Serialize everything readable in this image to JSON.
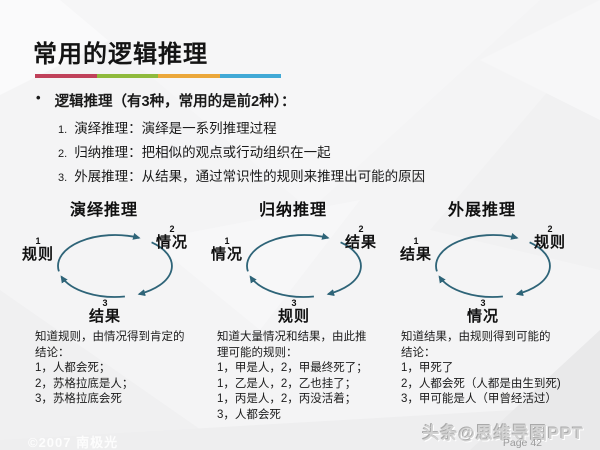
{
  "slide": {
    "title": "常用的逻辑推理",
    "accent_colors": [
      "#c0415a",
      "#8fba3c",
      "#eba73a",
      "#41a9d6"
    ],
    "intro": {
      "bullet": "•",
      "heading": "逻辑推理（有3种，常用的是前2种）：",
      "items": [
        {
          "num": "1.",
          "text": "演绎推理：演绎是一系列推理过程"
        },
        {
          "num": "2.",
          "text": "归纳推理：把相似的观点或行动组织在一起"
        },
        {
          "num": "3.",
          "text": "外展推理：从结果，通过常识性的规则来推理出可能的原因"
        }
      ]
    },
    "cycle_color": "#2e6478",
    "diagrams": [
      {
        "title": "演绎推理",
        "nodes": {
          "left": {
            "num": "1",
            "label": "规则"
          },
          "right": {
            "num": "2",
            "label": "情况"
          },
          "bottom": {
            "num": "3",
            "label": "结果"
          }
        },
        "description": [
          "知道规则，由情况得到肯定的",
          "结论：",
          "1，人都会死；",
          "2，苏格拉底是人；",
          "3，苏格拉底会死"
        ]
      },
      {
        "title": "归纳推理",
        "nodes": {
          "left": {
            "num": "1",
            "label": "情况"
          },
          "right": {
            "num": "2",
            "label": "结果"
          },
          "bottom": {
            "num": "3",
            "label": "规则"
          }
        },
        "description": [
          "知道大量情况和结果，由此推",
          "理可能的规则：",
          "1，甲是人，2，甲最终死了；",
          "1，乙是人，2，乙也挂了；",
          "1，丙是人，2，丙没活着；",
          "3，人都会死"
        ]
      },
      {
        "title": "外展推理",
        "nodes": {
          "left": {
            "num": "1",
            "label": "结果"
          },
          "right": {
            "num": "2",
            "label": "规则"
          },
          "bottom": {
            "num": "3",
            "label": "情况"
          }
        },
        "description": [
          "知道结果，由规则得到可能的",
          "结论：",
          "1，甲死了",
          "2，人都会死（人都是由生到死)",
          "3，甲可能是人（甲曾经活过）"
        ]
      }
    ],
    "footer": {
      "watermark": "头条@思维导图PPT",
      "page_label": "Page 42",
      "copyright": "©2007 南极光"
    }
  }
}
